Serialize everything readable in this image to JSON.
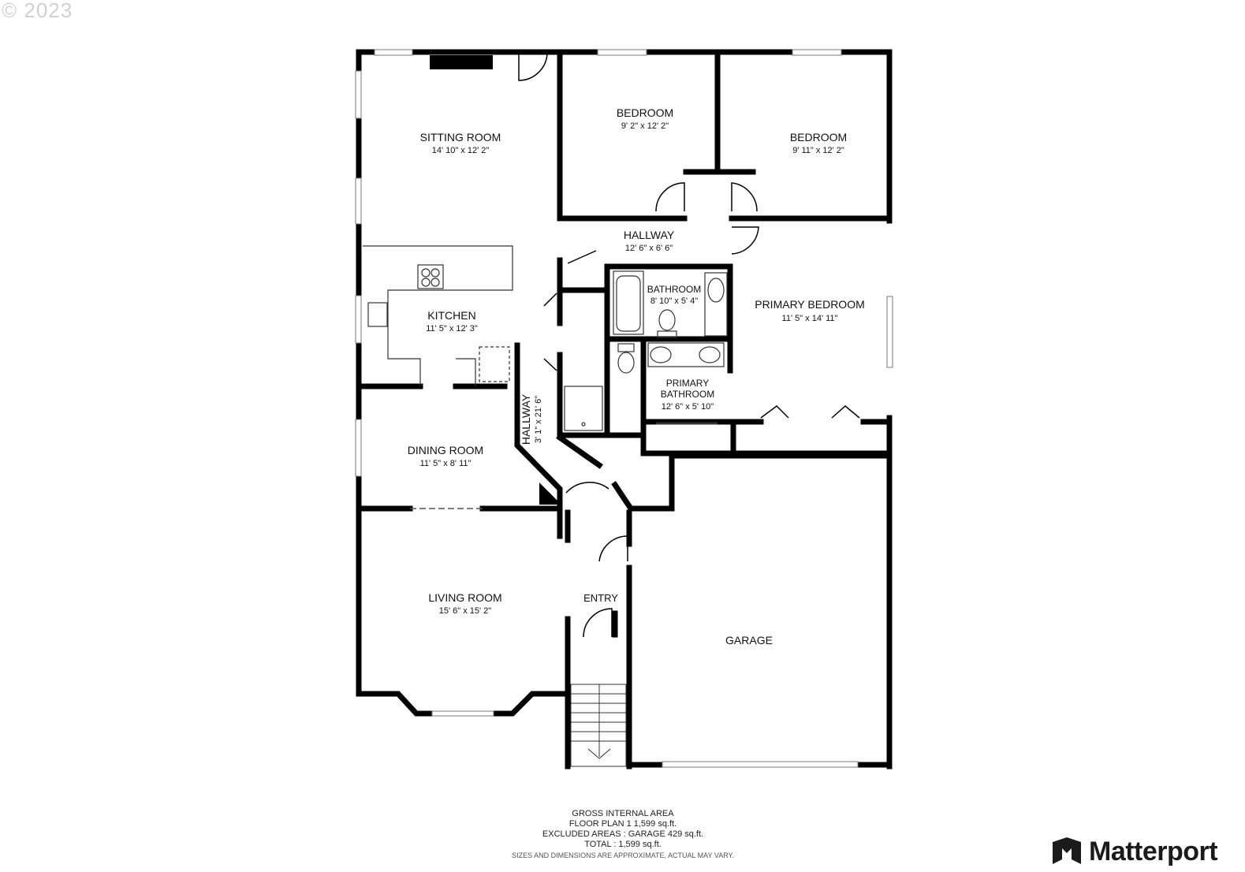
{
  "copyright": "© 2023",
  "rooms": {
    "sitting_room": {
      "name": "SITTING ROOM",
      "dims": "14' 10\" x 12' 2\""
    },
    "bedroom_1": {
      "name": "BEDROOM",
      "dims": "9' 2\" x 12' 2\""
    },
    "bedroom_2": {
      "name": "BEDROOM",
      "dims": "9' 11\" x 12' 2\""
    },
    "hallway_top": {
      "name": "HALLWAY",
      "dims": "12' 6\" x 6' 6\""
    },
    "bathroom": {
      "name": "BATHROOM",
      "dims": "8' 10\" x 5' 4\""
    },
    "primary_bedroom": {
      "name": "PRIMARY BEDROOM",
      "dims": "11' 5\" x 14' 11\""
    },
    "kitchen": {
      "name": "KITCHEN",
      "dims": "11' 5\" x 12' 3\""
    },
    "primary_bathroom": {
      "name_line1": "PRIMARY",
      "name_line2": "BATHROOM",
      "dims": "12' 6\" x 5' 10\""
    },
    "hallway_vertical": {
      "name": "HALLWAY",
      "dims": "3' 1\" x 21' 6\""
    },
    "dining_room": {
      "name": "DINING ROOM",
      "dims": "11' 5\" x 8' 11\""
    },
    "living_room": {
      "name": "LIVING ROOM",
      "dims": "15' 6\" x 15' 2\""
    },
    "entry": {
      "name": "ENTRY"
    },
    "garage": {
      "name": "GARAGE"
    }
  },
  "footer": {
    "line1": "GROSS INTERNAL AREA",
    "line2": "FLOOR PLAN 1 1,599 sq.ft.",
    "line3": "EXCLUDED AREAS :  GARAGE 429 sq.ft.",
    "line4": "TOTAL :  1,599 sq.ft.",
    "disclaimer": "SIZES AND DIMENSIONS ARE APPROXIMATE, ACTUAL MAY VARY."
  },
  "brand": {
    "name": "Matterport",
    "icon": "matterport-logo-icon"
  }
}
